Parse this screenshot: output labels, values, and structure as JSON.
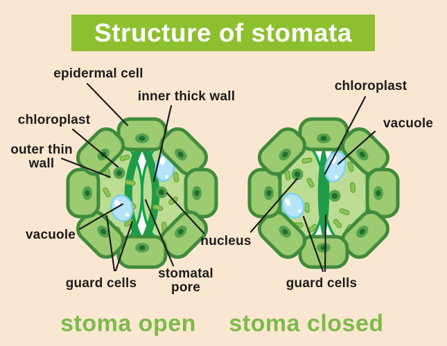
{
  "title": {
    "text": "Structure of stomata"
  },
  "labels": {
    "epidermal_cell": "epidermal cell",
    "inner_thick_wall": "inner thick wall",
    "chloroplast_left": "chloroplast",
    "outer_thin_wall": "outer thin\nwall",
    "vacuole_left": "vacuole",
    "guard_cells_left": "guard cells",
    "stomatal_pore": "stomatal\npore",
    "nucleus": "nucleus",
    "chloroplast_right": "chloroplast",
    "vacuole_right": "vacuole",
    "guard_cells_right": "guard cells"
  },
  "captions": {
    "open": "stoma open",
    "closed": "stoma closed"
  },
  "colors": {
    "background": "#fae7d1",
    "title_bg": "#8dc02f",
    "title_text": "#ffffff",
    "caption_text": "#7cba4b",
    "label_text": "#1c1c1c",
    "leader_line": "#1c1c1c",
    "epidermal_fill": "#9ccb72",
    "epidermal_stroke": "#3f8b3c",
    "guard_cell_fill": "#bcdc93",
    "guard_cell_stroke": "#10a14c",
    "thick_inner_wall": "#1f9c49",
    "chloroplast_fill": "#8cc455",
    "chloroplast_stroke": "#69a93b",
    "nucleus_outer": "#54a04b",
    "nucleus_inner": "#1e6d33",
    "vacuole_fill": "#b5e3f7",
    "vacuole_stroke": "#7ed0ee"
  }
}
